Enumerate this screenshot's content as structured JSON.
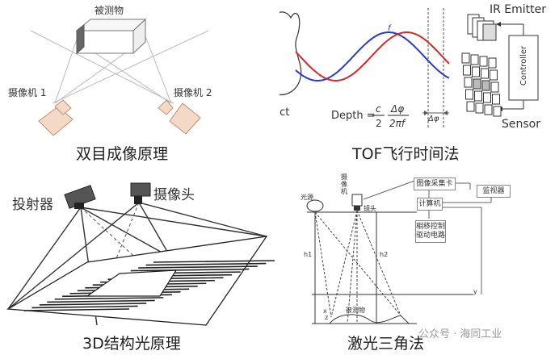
{
  "panel1": {
    "object_label": "被测物",
    "camera1_label": "摄像机 1",
    "camera2_label": "摄像机 2",
    "caption": "双目成像原理"
  },
  "panel2": {
    "object_label": "Object",
    "emitter_label": "IR Emitter",
    "controller_label": "Controller",
    "sensor_label": "Sensor",
    "depth_label": "Depth =",
    "formula_c": "c",
    "formula_two": "2",
    "formula_dphi": "Δφ",
    "formula_2pif": "2πf",
    "phase_label": "Δφ",
    "wave_label": "f",
    "caption": "TOF飞行时间法"
  },
  "panel3": {
    "projector_label": "投射器",
    "camera_label": "摄像头",
    "caption": "3D结构光原理"
  },
  "panel4": {
    "light_source_label": "光源",
    "camera_label": "摄像机",
    "lens_label": "镜头",
    "capture_card_label": "图像采集卡",
    "monitor_label": "监视器",
    "computer_label": "计算机",
    "driver_label": "相移控制驱动电路",
    "h1_label": "h1",
    "h2_label": "h2",
    "x_label": "x",
    "y_label": "y",
    "z_label": "z",
    "measured_label": "被测物",
    "caption": "激光三角法",
    "watermark": "公众号 · 海同工业"
  },
  "colors": {
    "wave_blue": "#2d38c8",
    "wave_red": "#d02a2a",
    "camera_fill": "#f3d9c6",
    "camera_stroke": "#c0906f"
  }
}
